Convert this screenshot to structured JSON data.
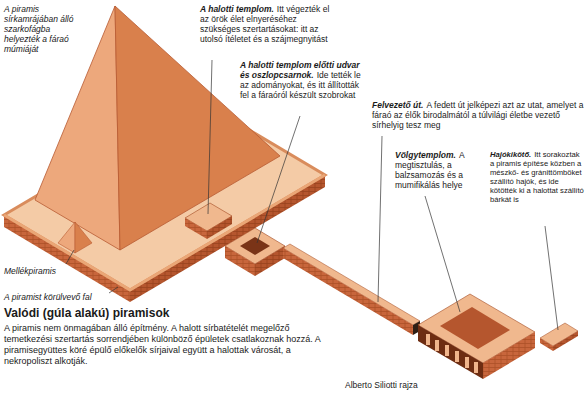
{
  "diagram": {
    "title": "Valódi (gúla alakú) piramisok",
    "caption": "A piramis nem önmagában álló építmény. A halott sírbatételét megelőző temetkezési szertartás sorrendjében különböző épületek csatlakoznak hozzá. A piramisegyüttes köré épülő előkelők sírjaival együtt a halottak városát, a nekropoliszt alkotják.",
    "labels": [
      "A piramis sírkamrájában álló szarkofágba helyezték a fáraó múmiáját",
      "A halotti templom.",
      "Itt végezték el az örök élet elnyeréséhez szükséges szertartásokat: itt az utolsó ítéletet és a szájmegnyitást",
      "A halotti templom előtti udvar és oszlopcsarnok.",
      "Ide tették le az adományokat, és itt állították fel a fáraóról készült szobrokat",
      "Felvezető út.",
      "A fedett út jelképezi azt az utat, amelyet a fáraó az élők birodalmától a túlvilági életbe vezető sírhelyig tesz meg",
      "Völgytemplom.",
      "A megtisztulás, a balzsamozás és a mumifikálás helye",
      "Hajókikötő.",
      "Itt sorakoztak a piramis építése közben a mészkő- és gránittömböket szállító hajók, és ide kötötték ki a halottat szállító bárkát is",
      "Mellékpiramis",
      "A piramist körülvevő fal",
      "Alberto Siliotti rajza"
    ]
  }
}
